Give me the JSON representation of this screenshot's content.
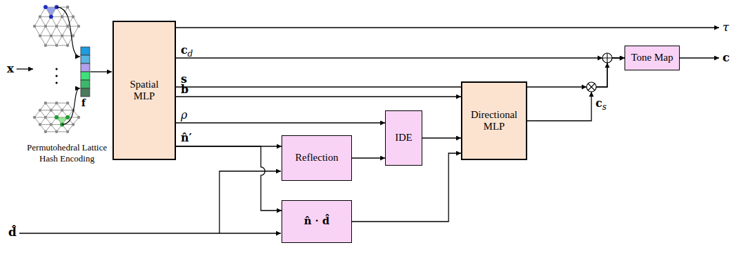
{
  "diagram": {
    "nodes": [
      {
        "text": [
          "Spatial MLP"
        ]
      },
      {
        "text": [
          "Reflection"
        ]
      },
      {
        "text": [
          "n̂ · d̂"
        ]
      },
      {
        "text": [
          "IDE"
        ]
      },
      {
        "text": [
          "Directional MLP"
        ]
      },
      {
        "text": [
          "Tone Map"
        ]
      }
    ],
    "edges": [
      {
        "from": 0,
        "to": 4,
        "arrow": "to",
        "label": "b"
      },
      {
        "from": 0,
        "to": 3,
        "arrow": "to",
        "label": "ρ"
      },
      {
        "from": 0,
        "to": 1,
        "arrow": "to",
        "label": "n̂′"
      },
      {
        "from": 0,
        "to": 2,
        "arrow": "to"
      },
      {
        "from": 1,
        "to": 3,
        "arrow": "to"
      },
      {
        "from": 3,
        "to": 4,
        "arrow": "to"
      },
      {
        "from": 2,
        "to": 4,
        "arrow": "to"
      },
      {
        "from": 0,
        "to": 5,
        "arrow": "to",
        "label": "cd"
      },
      {
        "from": 0,
        "to": 5,
        "arrow": "to",
        "label": "s"
      },
      {
        "from": 4,
        "to": 5,
        "arrow": "to",
        "label": "cs"
      }
    ],
    "labels": [
      "x",
      "f",
      "Permutohedral Lattice Hash Encoding",
      "d̂",
      "τ",
      "c"
    ]
  }
}
